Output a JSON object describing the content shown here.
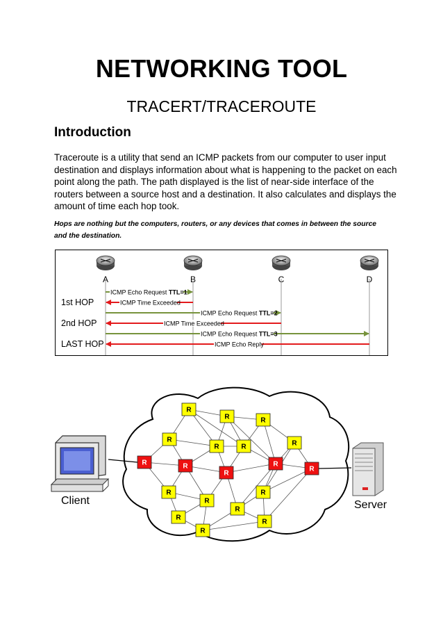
{
  "document": {
    "title": "NETWORKING TOOL",
    "subtitle": "TRACERT/TRACEROUTE",
    "section_heading": "Introduction",
    "intro_lines": [
      "Traceroute is a utility that send an ICMP packets from our computer to user input",
      "destination and displays information about what is happening to the packet on each",
      "point along the path. The path displayed is the list of near-side interface of the",
      "routers between a source host and a destination. It also calculates and displays the",
      "amount of time each hop took."
    ],
    "hops_lines": [
      "Hops are nothing but the computers, routers, or any devices that comes in between the source",
      "and the destination."
    ]
  },
  "trace_diagram": {
    "routers": [
      "A",
      "B",
      "C",
      "D"
    ],
    "hop_labels": [
      "1st HOP",
      "2nd HOP",
      "LAST HOP"
    ],
    "messages": [
      {
        "label": "ICMP Echo Request ",
        "ttl": "TTL=1",
        "type": "request"
      },
      {
        "label": "ICMP Time Exceeded",
        "ttl": "",
        "type": "reply"
      },
      {
        "label": "ICMP Echo Request ",
        "ttl": "TTL=2",
        "type": "request"
      },
      {
        "label": "ICMP Time Exceeded",
        "ttl": "",
        "type": "reply"
      },
      {
        "label": "ICMP Echo Request ",
        "ttl": "TTL=3",
        "type": "request"
      },
      {
        "label": "ICMP Echo Reply",
        "ttl": "",
        "type": "reply"
      }
    ],
    "colors": {
      "request": "#77933c",
      "reply": "#e31a1c"
    }
  },
  "network_diagram": {
    "client_label": "Client",
    "server_label": "Server",
    "router_label": "R",
    "colors": {
      "yellow_router": "#ffff00",
      "red_router": "#ee1111",
      "cloud_stroke": "#000000"
    }
  }
}
